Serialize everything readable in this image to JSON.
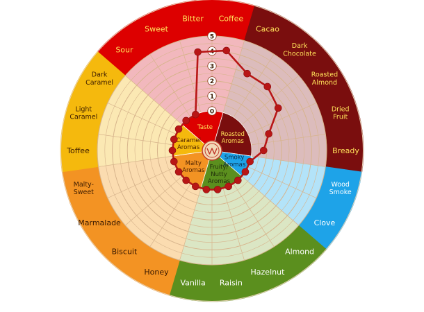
{
  "chart_data": {
    "type": "radar",
    "title": "",
    "scale": {
      "min": 0,
      "max": 5,
      "ticks": [
        "0",
        "1",
        "2",
        "3",
        "4",
        "5"
      ]
    },
    "categories": [
      {
        "group": "Taste",
        "label": "Coffee",
        "value": 4.1
      },
      {
        "group": "Roasted Aromas",
        "label": "Cacao",
        "value": 3.0
      },
      {
        "group": "Roasted Aromas",
        "label": "Dark Chocolate",
        "value": 3.0
      },
      {
        "group": "Roasted Aromas",
        "label": "Roasted Almond",
        "value": 2.6
      },
      {
        "group": "Roasted Aromas",
        "label": "Dried Fruit",
        "value": 1.3
      },
      {
        "group": "Roasted Aromas",
        "label": "Bready",
        "value": 0.8
      },
      {
        "group": "Smoky Aromas",
        "label": "Wood Smoke",
        "value": 0.0
      },
      {
        "group": "Smoky Aromas",
        "label": "Clove",
        "value": 0.0
      },
      {
        "group": "Fruity/ Nutty Aromas",
        "label": "Almond",
        "value": 0.0
      },
      {
        "group": "Fruity/ Nutty Aromas",
        "label": "Hazelnut",
        "value": 0.0
      },
      {
        "group": "Fruity/ Nutty Aromas",
        "label": "Raisin",
        "value": 0.0
      },
      {
        "group": "Fruity/ Nutty Aromas",
        "label": "Vanilla",
        "value": 0.0
      },
      {
        "group": "Malty Aromas",
        "label": "Honey",
        "value": 0.0
      },
      {
        "group": "Malty Aromas",
        "label": "Biscuit",
        "value": 0.0
      },
      {
        "group": "Malty Aromas",
        "label": "Marmalade",
        "value": 0.0
      },
      {
        "group": "Malty Aromas",
        "label": "Malty- Sweet",
        "value": 0.0
      },
      {
        "group": "Caramel Aromas",
        "label": "Toffee",
        "value": 0.0
      },
      {
        "group": "Caramel Aromas",
        "label": "Light Caramel",
        "value": 0.0
      },
      {
        "group": "Caramel Aromas",
        "label": "Dark Caramel",
        "value": 0.0
      },
      {
        "group": "Taste",
        "label": "Sour",
        "value": 0.0
      },
      {
        "group": "Taste",
        "label": "Sweet",
        "value": 0.0
      },
      {
        "group": "Taste",
        "label": "Bitter",
        "value": 4.0
      }
    ],
    "groups": [
      {
        "name": "Taste",
        "label": "Taste",
        "color": "#dd0000",
        "light": "#f2b8bd"
      },
      {
        "name": "Roasted Aromas",
        "label": "Roasted Aromas",
        "color": "#7a0e0e",
        "light": "#dcbcbc"
      },
      {
        "name": "Smoky Aromas",
        "label": "Smoky Aromas",
        "color": "#1ea3e8",
        "light": "#b3e3f9"
      },
      {
        "name": "Fruity/ Nutty Aromas",
        "label": "Fruity/ Nutty Aromas",
        "color": "#5b8f1e",
        "light": "#dbe6c4"
      },
      {
        "name": "Malty Aromas",
        "label": "Malty Aromas",
        "color": "#f39323",
        "light": "#fbdcb0"
      },
      {
        "name": "Caramel Aromas",
        "label": "Caramel Aromas",
        "color": "#f5b90d",
        "light": "#fbe8b3"
      }
    ],
    "series": [
      {
        "color": "#b81616"
      }
    ]
  }
}
